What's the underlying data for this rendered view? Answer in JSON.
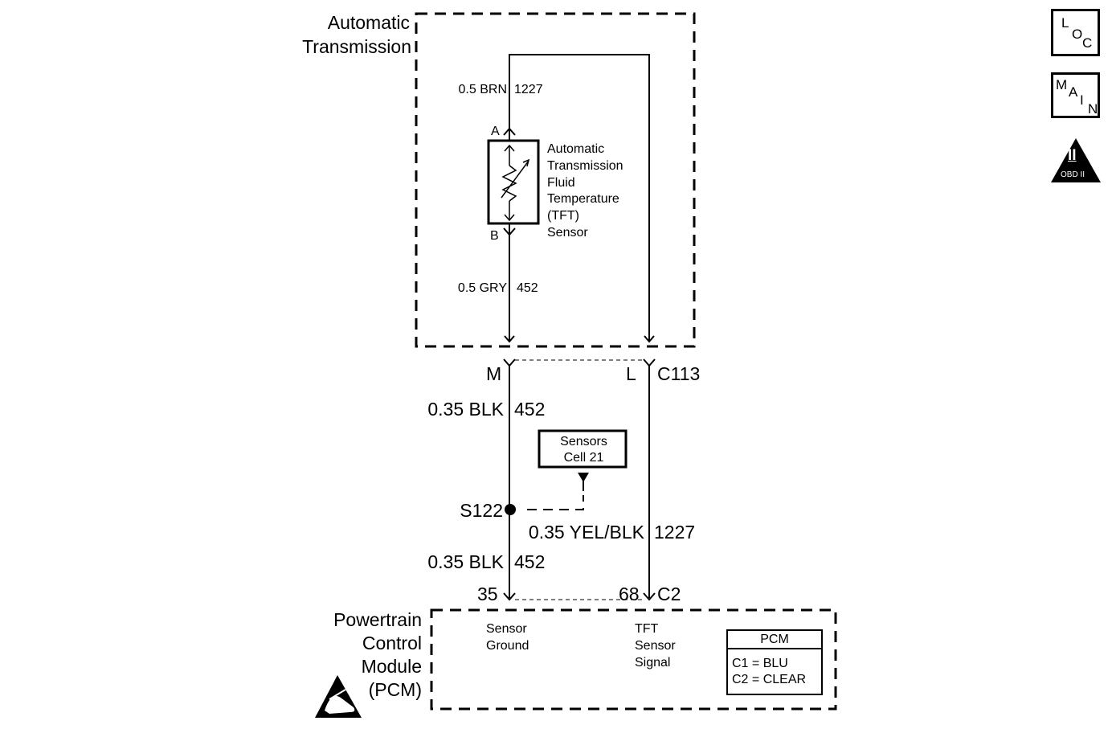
{
  "transmission": {
    "title_line1": "Automatic",
    "title_line2": "Transmission",
    "wire_top": {
      "gauge_color": "0.5 BRN",
      "circuit": "1227"
    },
    "wire_bottom": {
      "gauge_color": "0.5 GRY",
      "circuit": "452"
    },
    "pin_a": "A",
    "pin_b": "B",
    "sensor_label": "Automatic\nTransmission\nFluid\nTemperature\n(TFT)\nSensor"
  },
  "connector_c113": {
    "name": "C113",
    "pin_m": "M",
    "pin_l": "L"
  },
  "harness": {
    "wire_left_upper": {
      "gauge_color": "0.35 BLK",
      "circuit": "452"
    },
    "splice": "S122",
    "sensors_ref": "Sensors\nCell 21",
    "wire_right": {
      "gauge_color": "0.35 YEL/BLK",
      "circuit": "1227"
    },
    "wire_left_lower": {
      "gauge_color": "0.35 BLK",
      "circuit": "452"
    }
  },
  "pcm": {
    "title": "Powertrain\nControl\nModule\n(PCM)",
    "pin_35": "35",
    "pin_68": "68",
    "connector": "C2",
    "sensor_ground": "Sensor\nGround",
    "tft_signal": "TFT\nSensor\nSignal",
    "legend_title": "PCM",
    "legend_c1": "C1 = BLU",
    "legend_c2": "C2 = CLEAR"
  },
  "icons": {
    "loc_icon": {
      "l": "L",
      "o": "O",
      "c": "C"
    },
    "main_icon": {
      "m": "M",
      "a": "A",
      "i": "I",
      "n": "N"
    },
    "obd_icon": {
      "numeral": "II",
      "text": "OBD II"
    },
    "esd_icon": "esd-hand-icon"
  }
}
